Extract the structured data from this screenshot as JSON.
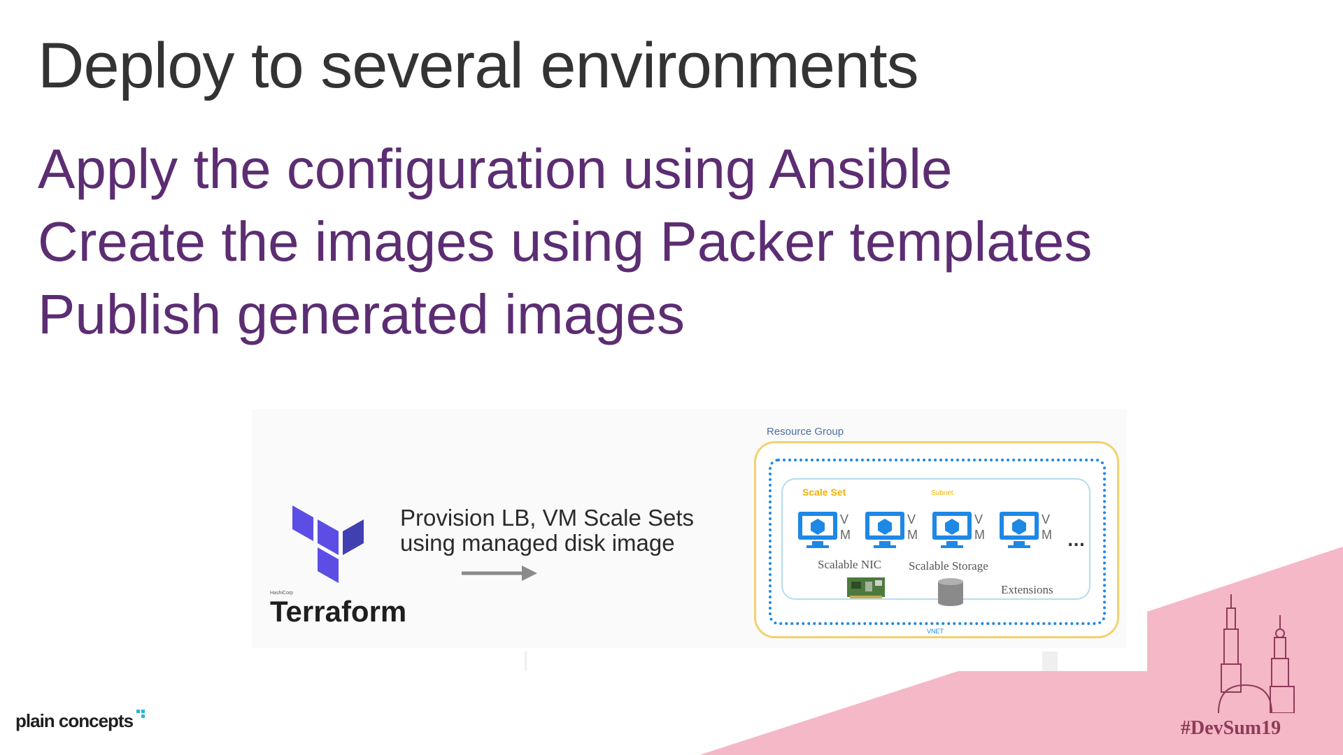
{
  "slide": {
    "title": "Deploy to several environments",
    "bullets": [
      "Apply the configuration using Ansible",
      "Create the images using Packer templates",
      "Publish generated images"
    ]
  },
  "diagram": {
    "terraform_small": "HashiCorp",
    "terraform_name": "Terraform",
    "provision_line1": "Provision LB, VM Scale Sets",
    "provision_line2": "using managed disk image",
    "resource_group_label": "Resource Group",
    "scale_set_label": "Scale Set",
    "subnet_label": "Subnet",
    "vm_line1": "V",
    "vm_line2": "M",
    "ellipsis": "...",
    "nic_label": "Scalable NIC",
    "storage_label": "Scalable Storage",
    "extensions_label": "Extensions",
    "vnet_label": "VNET"
  },
  "footer": {
    "brand": "plain concepts",
    "hashtag": "#DevSum19"
  },
  "colors": {
    "title": "#333333",
    "bullets": "#5c2d72",
    "pink": "#f5b8c6",
    "terraform": "#5c4ee5",
    "azure_blue": "#1e88e5"
  }
}
